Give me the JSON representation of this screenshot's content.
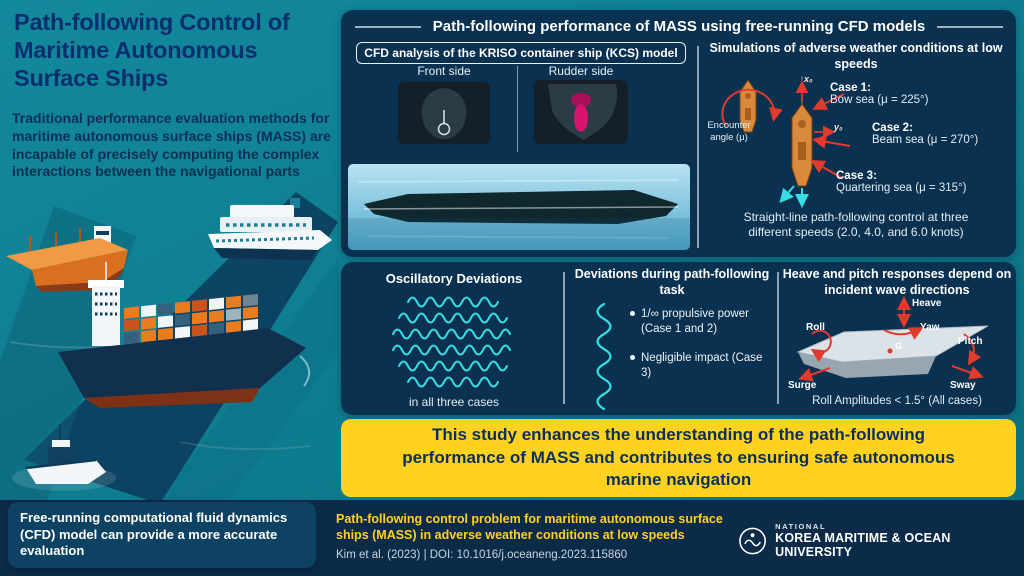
{
  "left": {
    "title": "Path-following Control of Maritime Autonomous Surface Ships",
    "intro": "Traditional performance evaluation methods for maritime autonomous surface ships (MASS) are incapable of precisely computing the complex interactions between the navigational parts",
    "bottom_note": "Free-running computational fluid dynamics (CFD) model can provide a more accurate evaluation"
  },
  "top_panel": {
    "title": "Path-following performance of MASS using free-running CFD models",
    "cfd": {
      "heading": "CFD analysis of the KRISO container ship (KCS) model",
      "front_label": "Front side",
      "rudder_label": "Rudder side"
    },
    "sim": {
      "heading": "Simulations of adverse weather conditions at low speeds",
      "encounter_label": "Encounter angle (μ)",
      "axis_x": "x₀",
      "axis_y": "y₀",
      "cases": [
        {
          "name": "Case 1:",
          "desc": "Bow sea (μ = 225°)"
        },
        {
          "name": "Case 2:",
          "desc": "Beam sea (μ = 270°)"
        },
        {
          "name": "Case 3:",
          "desc": "Quartering sea (μ = 315°)"
        }
      ],
      "note": "Straight-line path-following control at three different speeds (2.0, 4.0, and 6.0 knots)"
    }
  },
  "results": {
    "oscillatory": {
      "heading": "Oscillatory Deviations",
      "caption": "in all three cases"
    },
    "deviations": {
      "heading": "Deviations during path-following task",
      "bullets": [
        "1/∞ propulsive power (Case 1 and 2)",
        "Negligible impact (Case 3)"
      ]
    },
    "heave_pitch": {
      "heading": "Heave and pitch responses depend on incident wave directions",
      "motions": {
        "heave": "Heave",
        "yaw": "Yaw",
        "roll": "Roll",
        "surge": "Surge",
        "pitch": "Pitch",
        "sway": "Sway",
        "g": "G"
      },
      "caption": "Roll Amplitudes < 1.5° (All cases)"
    }
  },
  "conclusion": "This study enhances the understanding of the path-following performance of MASS and contributes to ensuring safe autonomous marine navigation",
  "footer": {
    "paper_title": "Path-following control problem for maritime autonomous surface ships (MASS) in adverse weather conditions at low speeds",
    "citation": "Kim et al. (2023) | DOI: 10.1016/j.oceaneng.2023.115860",
    "org_small": "NATIONAL",
    "org_name": "KOREA MARITIME & OCEAN UNIVERSITY"
  },
  "colors": {
    "background_teal": "#0f7e91",
    "panel_navy": "#0a3150",
    "footer_navy": "#0c2b49",
    "accent_yellow": "#ffd21f",
    "title_navy": "#0a2e6e",
    "wave_cyan": "#35dfe4",
    "ship_orange": "#e87c1e",
    "arrow_red": "#e23b2e"
  }
}
